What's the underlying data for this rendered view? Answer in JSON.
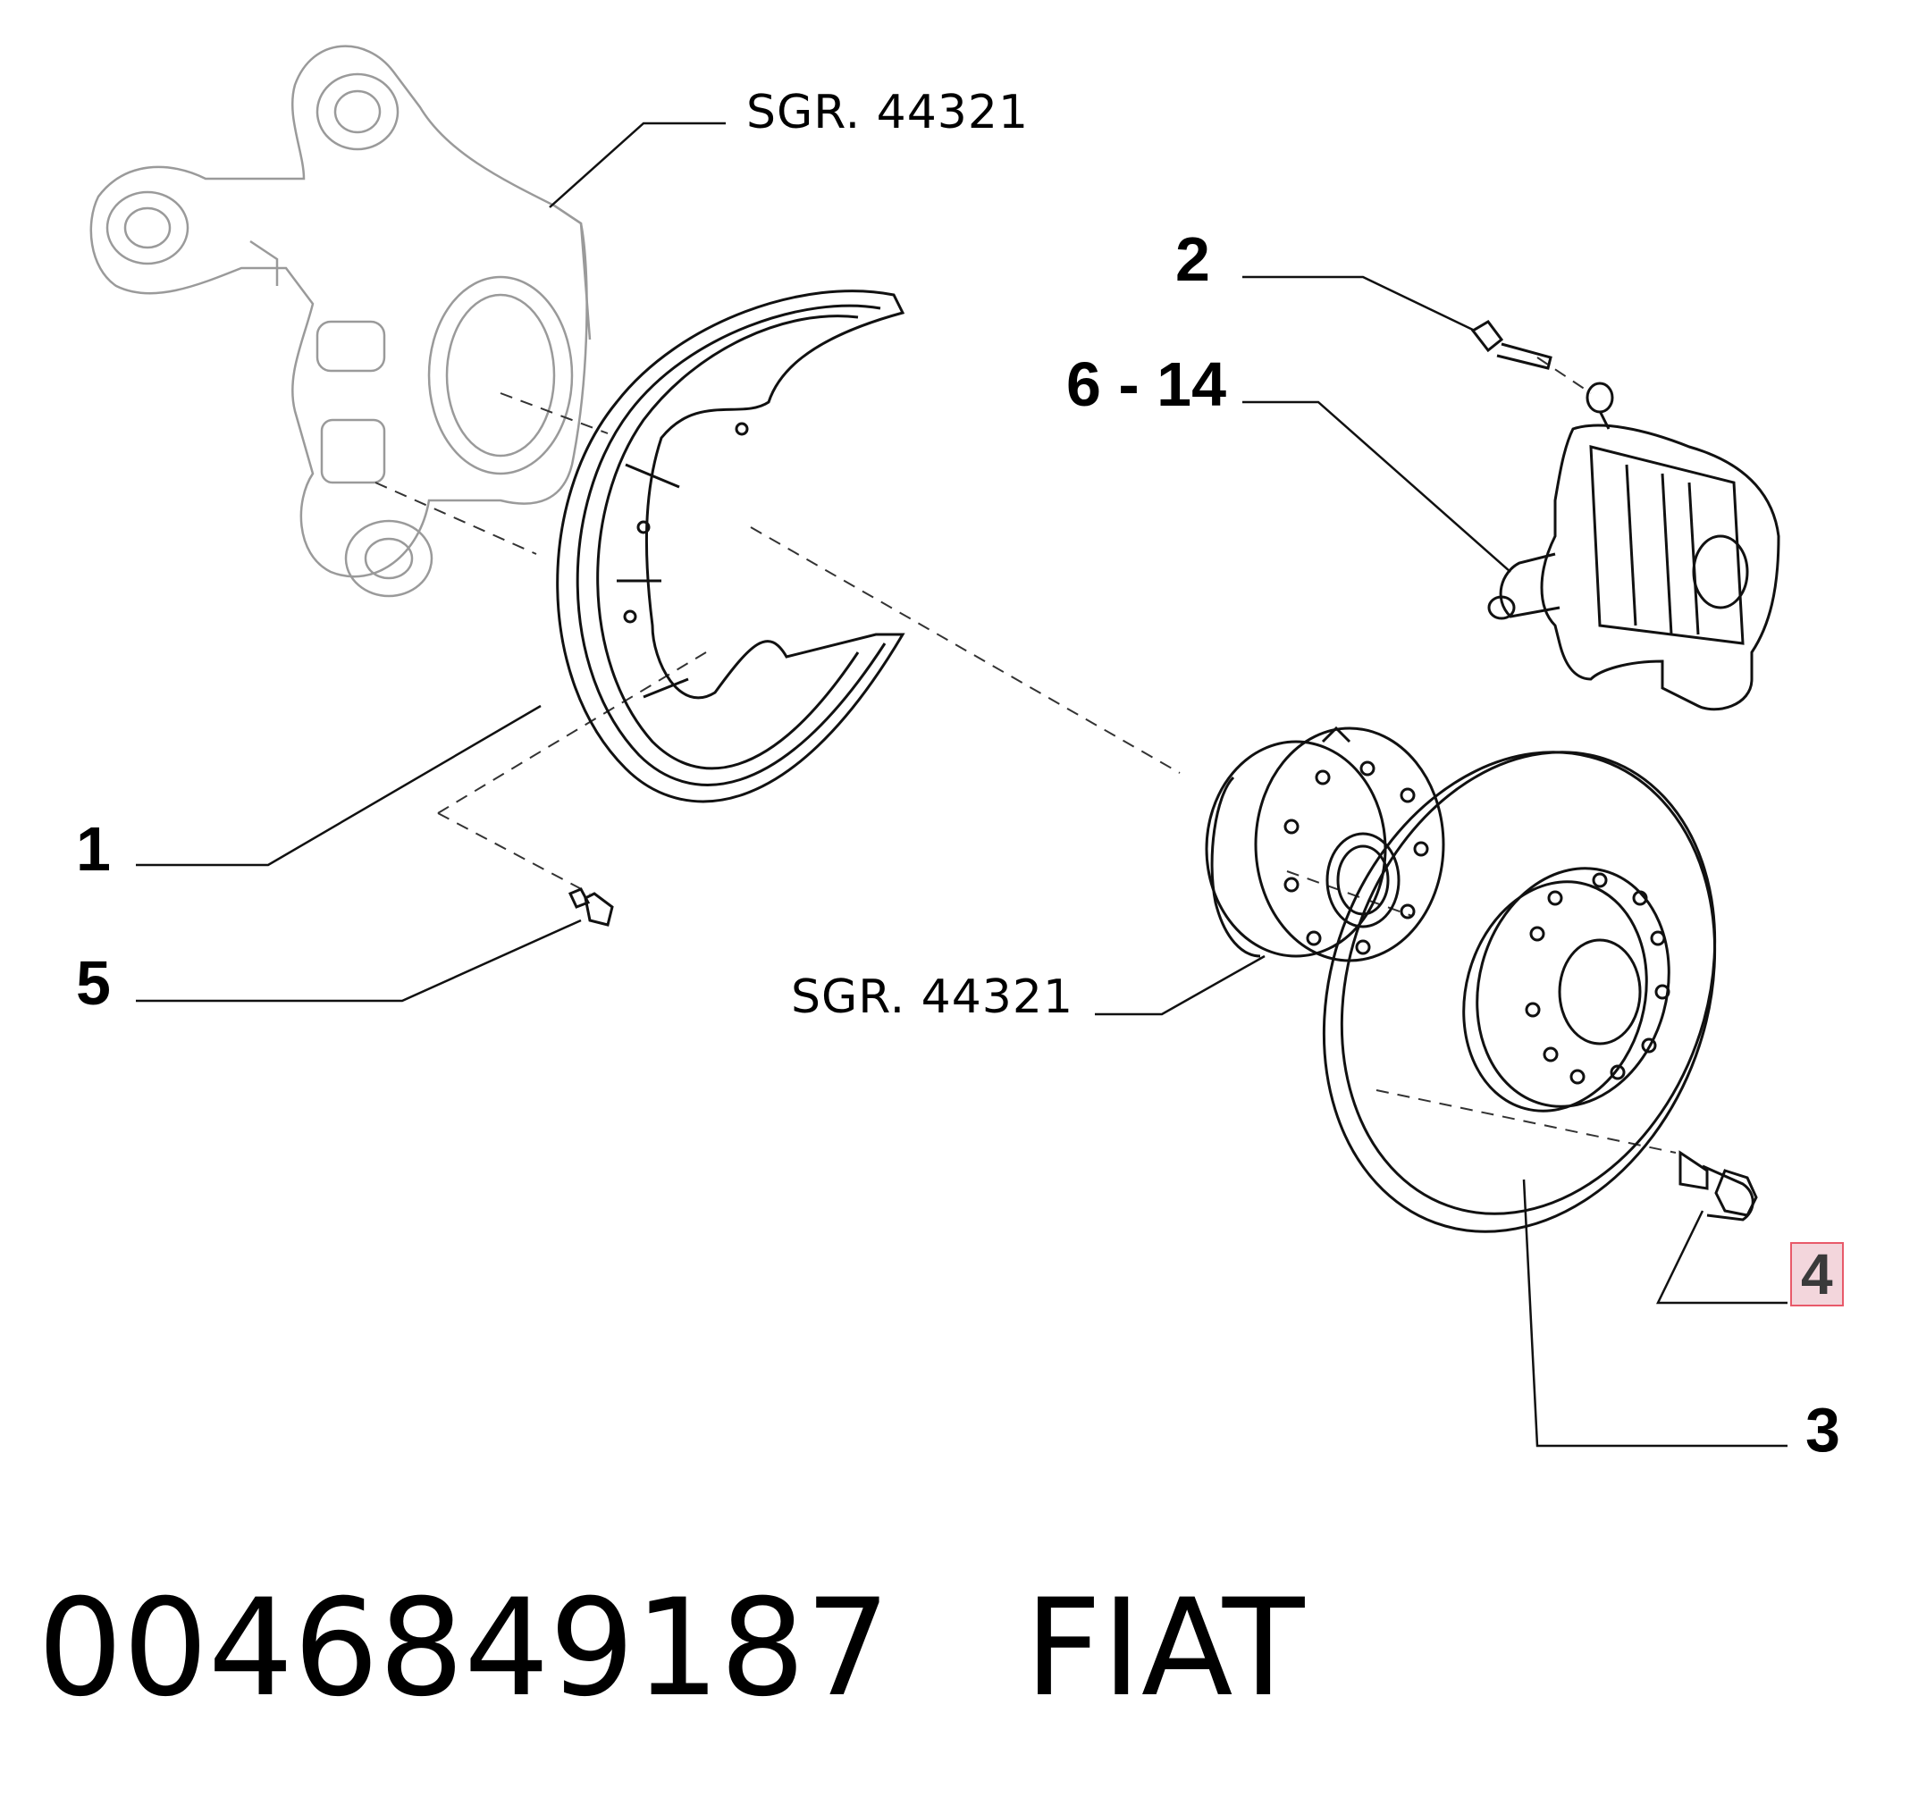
{
  "callouts": {
    "c1": "1",
    "c2": "2",
    "c3": "3",
    "c4": "4",
    "c5": "5",
    "c6_14": "6 - 14"
  },
  "refs": {
    "top": "SGR. 44321",
    "middle": "SGR. 44321"
  },
  "highlight": {
    "item": "4",
    "color": "#e85a6a"
  },
  "footer": {
    "part_number": "0046849187",
    "brand": "FIAT"
  }
}
